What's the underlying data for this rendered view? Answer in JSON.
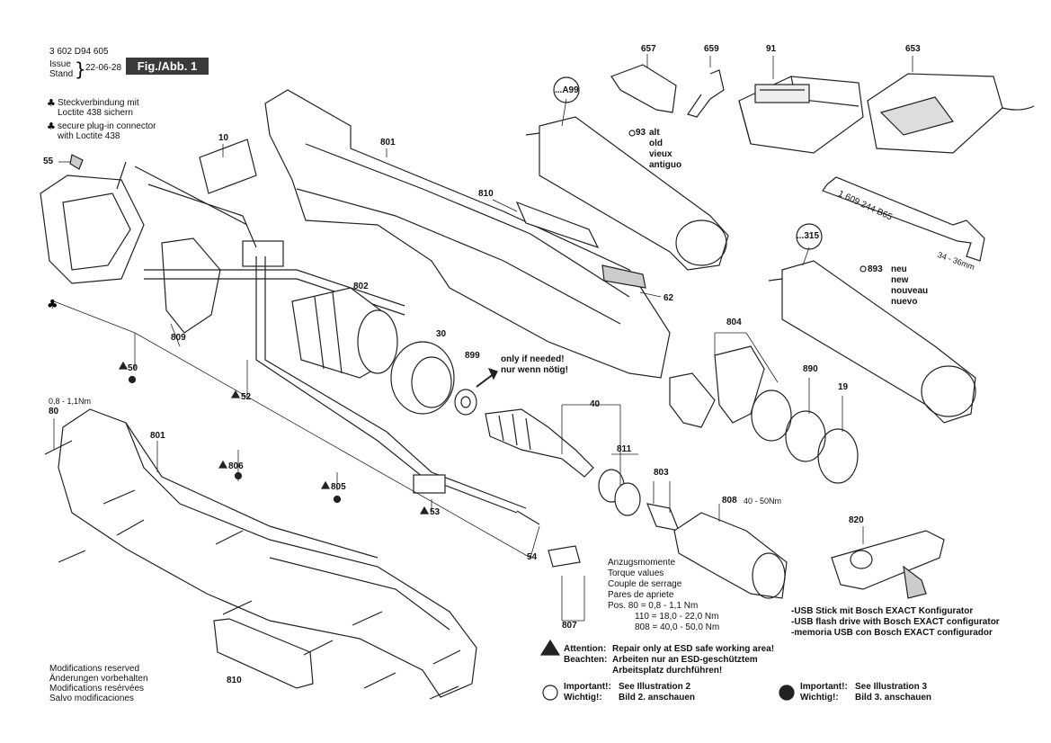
{
  "header": {
    "doc_number": "3 602 D94 605",
    "issue_label": "Issue",
    "stand_label": "Stand",
    "date": "22-06-28",
    "figure": "Fig./Abb. 1"
  },
  "loctite_note": {
    "line1": "Steckverbindung mit",
    "line2": "Loctite 438 sichern",
    "line3": "secure plug-in connector",
    "line4": "with Loctite 438"
  },
  "parts": {
    "p10": "10",
    "p55": "55",
    "p801a": "801",
    "p801b": "801",
    "p810a": "810",
    "p810b": "810",
    "p802": "802",
    "p30": "30",
    "p899": "899",
    "p40": "40",
    "p811": "811",
    "p803": "803",
    "p808": "808",
    "p808_torque": "40 - 50Nm",
    "p62": "62",
    "p804": "804",
    "p890": "890",
    "p19": "19",
    "p657": "657",
    "p659": "659",
    "p91": "91",
    "p653": "653",
    "p820": "820",
    "p809": "809",
    "p50": "50",
    "p52": "52",
    "p806": "806",
    "p805": "805",
    "p53": "53",
    "p54": "54",
    "p807": "807",
    "p80": "80",
    "p80_torque": "0,8 - 1,1Nm",
    "a99": "...A99",
    "p315": "...315",
    "key_code": "1 609 244 B65",
    "key_range": "34 - 36mm"
  },
  "old_motor": {
    "num": "93",
    "l1": "alt",
    "l2": "old",
    "l3": "vieux",
    "l4": "antiguo"
  },
  "new_motor": {
    "num": "893",
    "l1": "neu",
    "l2": "new",
    "l3": "nouveau",
    "l4": "nuevo"
  },
  "only_if_needed": {
    "l1": "only if needed!",
    "l2": "nur wenn nötig!"
  },
  "torque": {
    "t1": "Anzugsmomente",
    "t2": "Torque values",
    "t3": "Couple de serrage",
    "t4": "Pares de apriete",
    "r1": "Pos. 80 =  0,8 -   1,1 Nm",
    "r2": "110 = 18,0 - 22,0 Nm",
    "r3": "808 = 40,0 - 50,0 Nm"
  },
  "usb": {
    "l1": "-USB Stick mit Bosch EXACT Konfigurator",
    "l2": "-USB flash drive with Bosch EXACT configurator",
    "l3": "-memoria USB con Bosch EXACT configurador"
  },
  "attention": {
    "k1": "Attention:",
    "v1": "Repair only at ESD safe working area!",
    "k2": "Beachten:",
    "v2": "Arbeiten nur an ESD-geschütztem",
    "v3": "Arbeitsplatz durchführen!"
  },
  "important_open": {
    "k1": "Important!:",
    "v1": "See Illustration 2",
    "k2": "Wichtig!:",
    "v2": "Bild 2. anschauen"
  },
  "important_filled": {
    "k1": "Important!:",
    "v1": "See Illustration 3",
    "k2": "Wichtig!:",
    "v2": "Bild 3. anschauen"
  },
  "modifications": {
    "l1": "Modifications reserved",
    "l2": "Änderungen vorbehalten",
    "l3": "Modifications resérvées",
    "l4": "Salvo modificaciones"
  }
}
